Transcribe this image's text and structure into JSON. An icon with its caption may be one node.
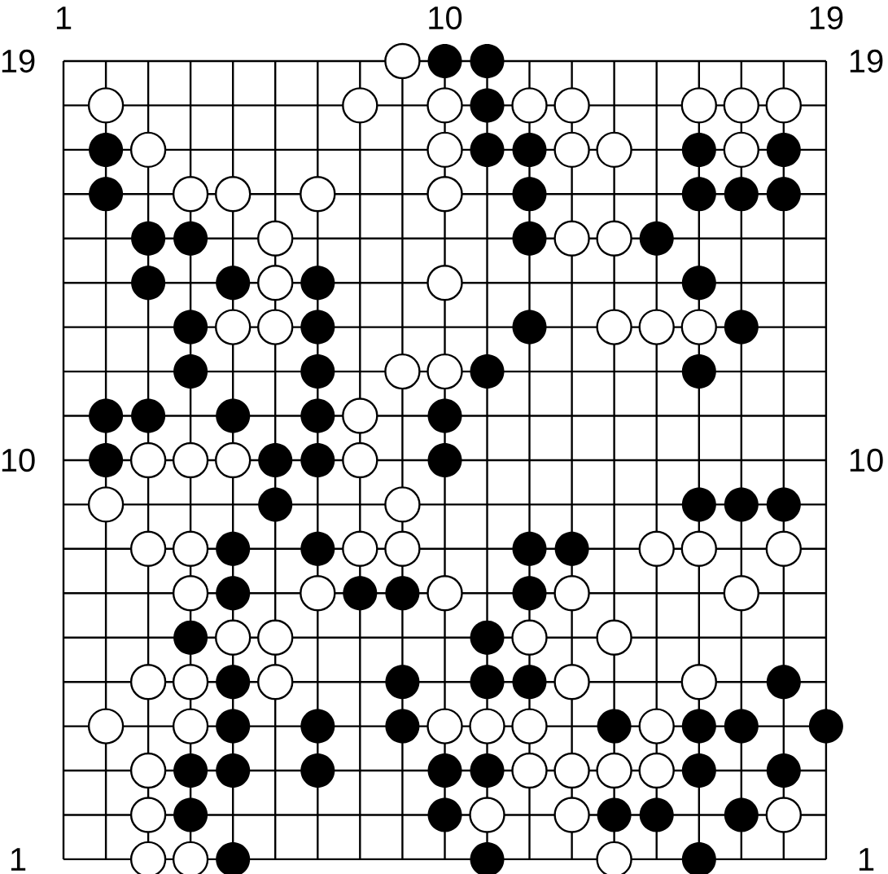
{
  "diagram": {
    "labels": [
      "1",
      "10",
      "19",
      "19",
      "19",
      "10",
      "10",
      "1",
      "1"
    ]
  }
}
